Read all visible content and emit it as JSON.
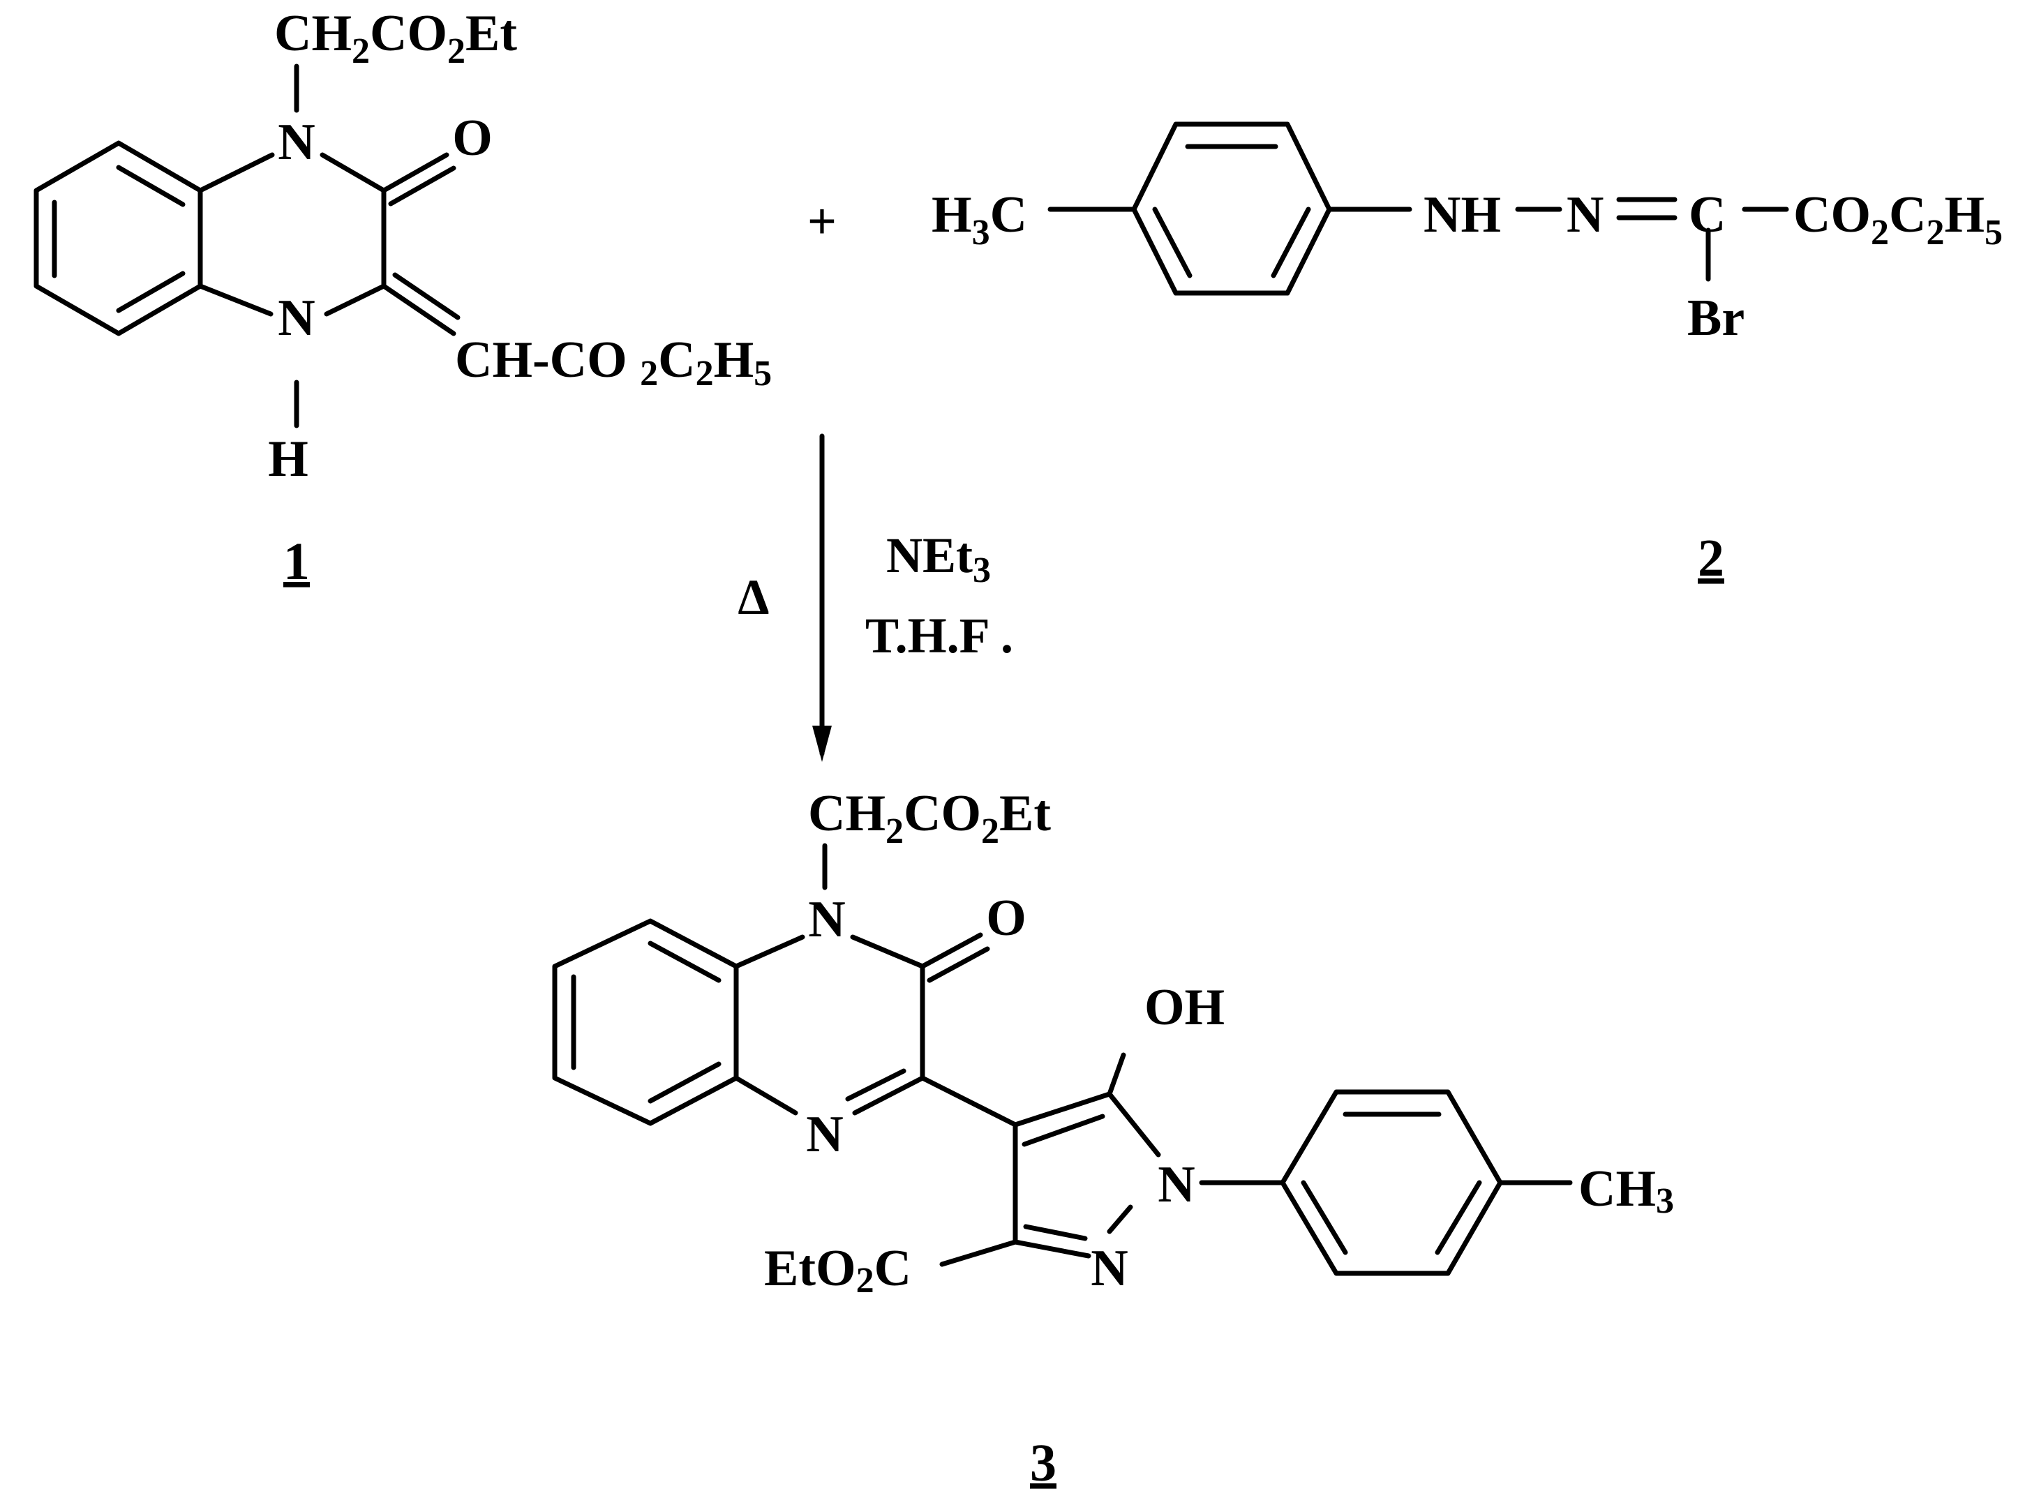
{
  "compound_1": {
    "label": "1",
    "substituent_top": {
      "base": "CH",
      "n1": "2",
      "mid": "CO",
      "n2": "2",
      "tail": "Et"
    },
    "n_top": "N",
    "carbonyl_o": "O",
    "n_bottom": "N",
    "nh_h": "H",
    "side_chain": {
      "part1": "CH-CO ",
      "n1": "2",
      "part2": "C",
      "n2": "2",
      "part3": "H",
      "n3": "5"
    }
  },
  "plus_sign": "+",
  "compound_2": {
    "label": "2",
    "methyl": {
      "part1": "H",
      "n1": "3",
      "part2": "C"
    },
    "nh": "NH",
    "n_imine": "N",
    "c_atom": "C",
    "ester": {
      "part1": "CO",
      "n1": "2",
      "part2": "C",
      "n2": "2",
      "part3": "H",
      "n3": "5"
    },
    "br": "Br"
  },
  "conditions": {
    "heat": "Δ",
    "base": {
      "part1": "NEt",
      "n1": "3"
    },
    "solvent": "T.H.F ."
  },
  "compound_3": {
    "label": "3",
    "substituent_top": {
      "base": "CH",
      "n1": "2",
      "mid": "CO",
      "n2": "2",
      "tail": "Et"
    },
    "n_top": "N",
    "carbonyl_o": "O",
    "n_bottom": "N",
    "oh": "OH",
    "n_pyrazole_1": "N",
    "n_pyrazole_2": "N",
    "ester": {
      "part1": "EtO",
      "n1": "2",
      "part2": "C"
    },
    "methyl": {
      "part1": "CH",
      "n1": "3"
    }
  }
}
